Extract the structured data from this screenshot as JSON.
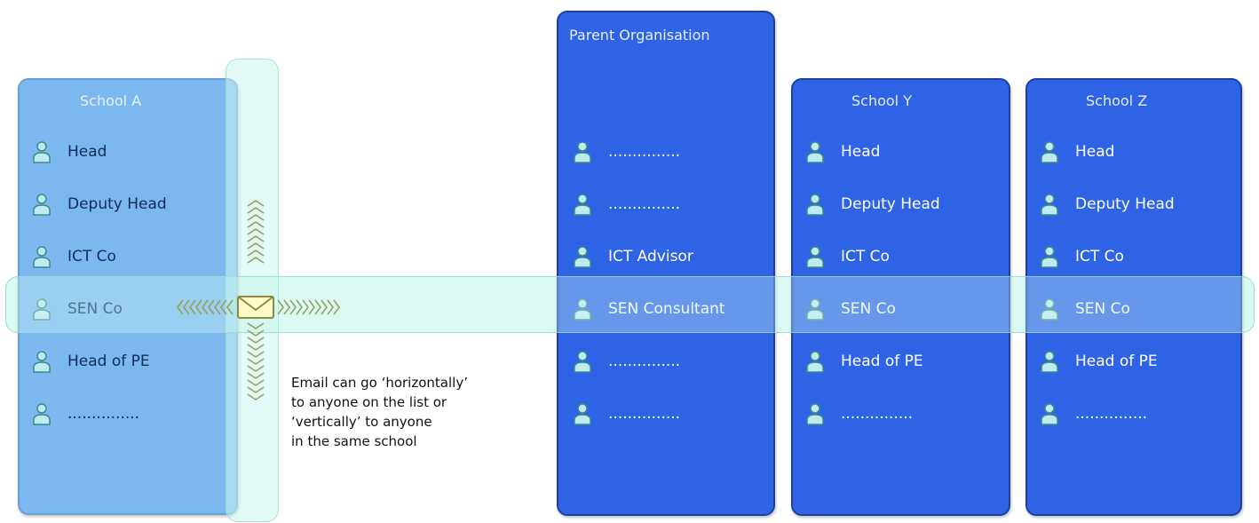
{
  "colors": {
    "school_card": "#2f63e6",
    "school_a_card": "#7cb8f0",
    "band": "#c8f6ee",
    "chevron": "#9aa05a",
    "person_icon_fill": "#bfeaf0",
    "person_icon_stroke": "#3c8a8a"
  },
  "cards": {
    "school_a": {
      "title": "School A",
      "members": [
        "Head",
        "Deputy Head",
        "ICT Co",
        "SEN Co",
        "Head of PE",
        "..............."
      ]
    },
    "parent": {
      "title": "Parent Organisation",
      "members": [
        "...............",
        "...............",
        "ICT Advisor",
        "SEN Consultant",
        "...............",
        "..............."
      ]
    },
    "school_y": {
      "title": "School Y",
      "members": [
        "Head",
        "Deputy Head",
        "ICT Co",
        "SEN Co",
        "Head of PE",
        "..............."
      ]
    },
    "school_z": {
      "title": "School Z",
      "members": [
        "Head",
        "Deputy Head",
        "ICT Co",
        "SEN Co",
        "Head of PE",
        "..............."
      ]
    }
  },
  "note": {
    "lines": [
      "Email can go ‘horizontally’",
      "to anyone on the list or",
      "‘vertically’ to anyone",
      "in the same school"
    ]
  },
  "icons": {
    "person": "person-icon",
    "email": "envelope-icon",
    "arrows": "chevron-arrows-icon"
  }
}
